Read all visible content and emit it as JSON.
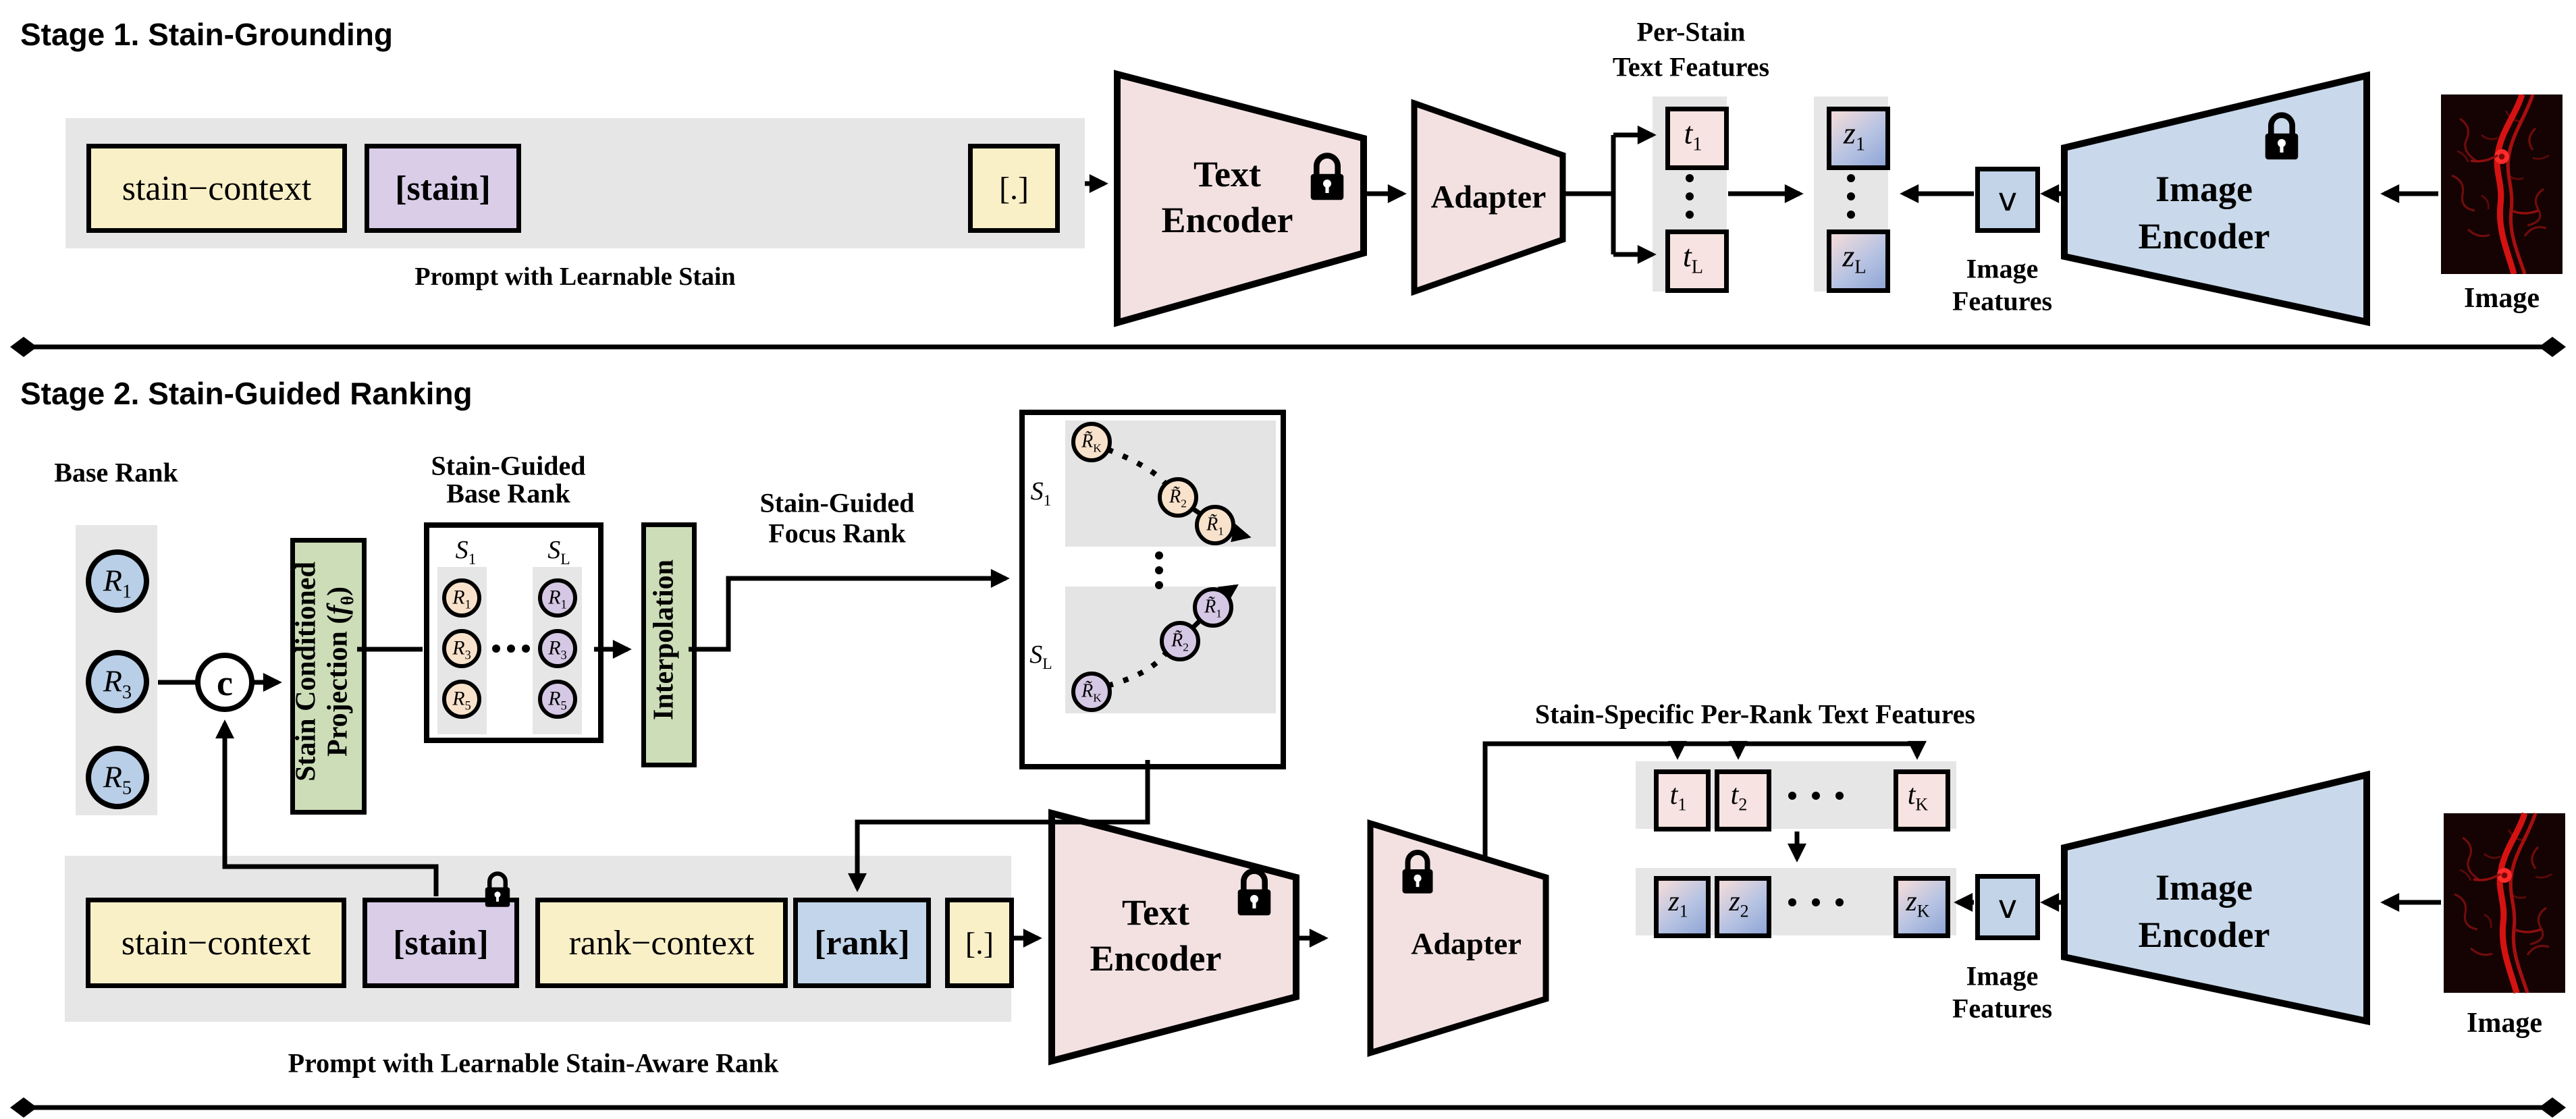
{
  "stage1": {
    "title": "Stage 1. Stain-Grounding",
    "prompt": {
      "stain_context": "stain−context",
      "stain_token": "[stain]",
      "class_token": "[.]",
      "caption": "Prompt with Learnable Stain"
    },
    "text_encoder": {
      "line1": "Text",
      "line2": "Encoder"
    },
    "adapter": {
      "label": "Adapter"
    },
    "per_stain_label": {
      "line1": "Per-Stain",
      "line2": "Text Features"
    },
    "text_features": {
      "t1_main": "t",
      "t1_sub": "1",
      "tL_main": "t",
      "tL_sub": "L"
    },
    "joint_features": {
      "z1_main": "z",
      "z1_sub": "1",
      "zL_main": "z",
      "zL_sub": "L"
    },
    "image_features": {
      "v": "v",
      "label_line1": "Image",
      "label_line2": "Features"
    },
    "image_encoder": {
      "line1": "Image",
      "line2": "Encoder"
    },
    "image_label": "Image"
  },
  "stage2": {
    "title": "Stage 2. Stain-Guided Ranking",
    "base_rank": {
      "label": "Base Rank",
      "nodes": [
        {
          "main": "R",
          "sub": "1"
        },
        {
          "main": "R",
          "sub": "3"
        },
        {
          "main": "R",
          "sub": "5"
        }
      ]
    },
    "concat": "c",
    "projection": {
      "line1": "Stain Conditioned",
      "line2_a": "Projection (",
      "line2_f": "f",
      "line2_sub": "θ",
      "line2_b": ")"
    },
    "sg_base_rank": {
      "label_line1": "Stain-Guided",
      "label_line2": "Base Rank",
      "s1_main": "S",
      "s1_sub": "1",
      "sL_main": "S",
      "sL_sub": "L",
      "col1": [
        {
          "main": "R",
          "sub": "1"
        },
        {
          "main": "R",
          "sub": "3"
        },
        {
          "main": "R",
          "sub": "5"
        }
      ],
      "colL": [
        {
          "main": "R",
          "sub": "1"
        },
        {
          "main": "R",
          "sub": "3"
        },
        {
          "main": "R",
          "sub": "5"
        }
      ]
    },
    "interpolation": "Interpolation",
    "focus_rank": {
      "label_line1": "Stain-Guided",
      "label_line2": "Focus Rank",
      "s1_main": "S",
      "s1_sub": "1",
      "sL_main": "S",
      "sL_sub": "L",
      "top": [
        {
          "main": "R̃",
          "sub": "K"
        },
        {
          "main": "R̃",
          "sub": "2"
        },
        {
          "main": "R̃",
          "sub": "1"
        }
      ],
      "bottom": [
        {
          "main": "R̃",
          "sub": "K"
        },
        {
          "main": "R̃",
          "sub": "2"
        },
        {
          "main": "R̃",
          "sub": "1"
        }
      ]
    },
    "prompt": {
      "stain_context": "stain−context",
      "stain_token": "[stain]",
      "rank_context": "rank−context",
      "rank_token": "[rank]",
      "class_token": "[.]",
      "caption": "Prompt with Learnable Stain-Aware Rank"
    },
    "text_encoder": {
      "line1": "Text",
      "line2": "Encoder"
    },
    "adapter": {
      "label": "Adapter"
    },
    "per_rank_label": "Stain-Specific Per-Rank Text Features",
    "text_features": {
      "t1_main": "t",
      "t1_sub": "1",
      "t2_main": "t",
      "t2_sub": "2",
      "tK_main": "t",
      "tK_sub": "K"
    },
    "joint_features": {
      "z1_main": "z",
      "z1_sub": "1",
      "z2_main": "z",
      "z2_sub": "2",
      "zK_main": "z",
      "zK_sub": "K"
    },
    "image_features": {
      "v": "v",
      "label_line1": "Image",
      "label_line2": "Features"
    },
    "image_encoder": {
      "line1": "Image",
      "line2": "Encoder"
    },
    "image_label": "Image"
  },
  "colors": {
    "yellow_token": "#faf0c8",
    "purple_token": "#d9cde8",
    "blue_token": "#c2d5ea",
    "pink_encoder": "#f3e1e1",
    "blue_encoder": "#c9d9eb",
    "green_module": "#cdddb8",
    "blue_circle": "#b9cfe8",
    "peach_circle": "#f9e2cb",
    "lavender_circle": "#d5c8e4",
    "strip_gray": "#e6e6e6"
  }
}
